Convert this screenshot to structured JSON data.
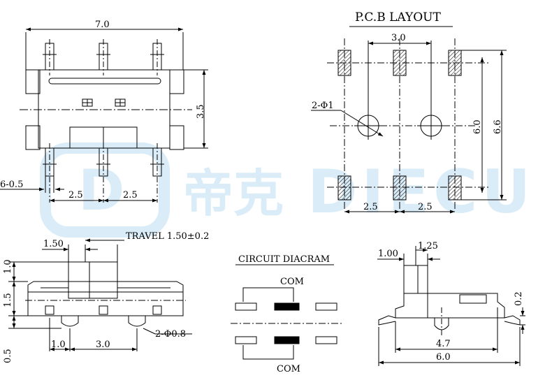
{
  "watermark": {
    "chinese": "帝克",
    "latin": "DIECU",
    "color": "#d9ecf7"
  },
  "pcb_layout": {
    "title": "P.C.B LAYOUT",
    "pitch_top": "3.0",
    "hole_label": "2-Φ1",
    "inner_height": "6.0",
    "outer_height": "6.6",
    "pitch_left": "2.5",
    "pitch_right": "2.5"
  },
  "top_view": {
    "width": "7.0",
    "height": "3.5",
    "pin_width": "6-0.5",
    "pitch_left": "2.5",
    "pitch_right": "2.5"
  },
  "side_view": {
    "travel": "TRAVEL 1.50±0.2",
    "actuator_width": "1.50",
    "actuator_height": "1.0",
    "body_height": "1.5",
    "standoff": "0.5",
    "offset": "1.0",
    "peg_pitch": "3.0",
    "peg_label": "2-Φ0.8"
  },
  "circuit": {
    "title": "CIRCUIT DIACRAM",
    "com_top": "COM",
    "com_bottom": "COM"
  },
  "end_view": {
    "actuator_width": "1.00",
    "actuator_offset": "1.25",
    "lead_thickness": "0.2",
    "body_width": "4.7",
    "total_width": "6.0"
  }
}
